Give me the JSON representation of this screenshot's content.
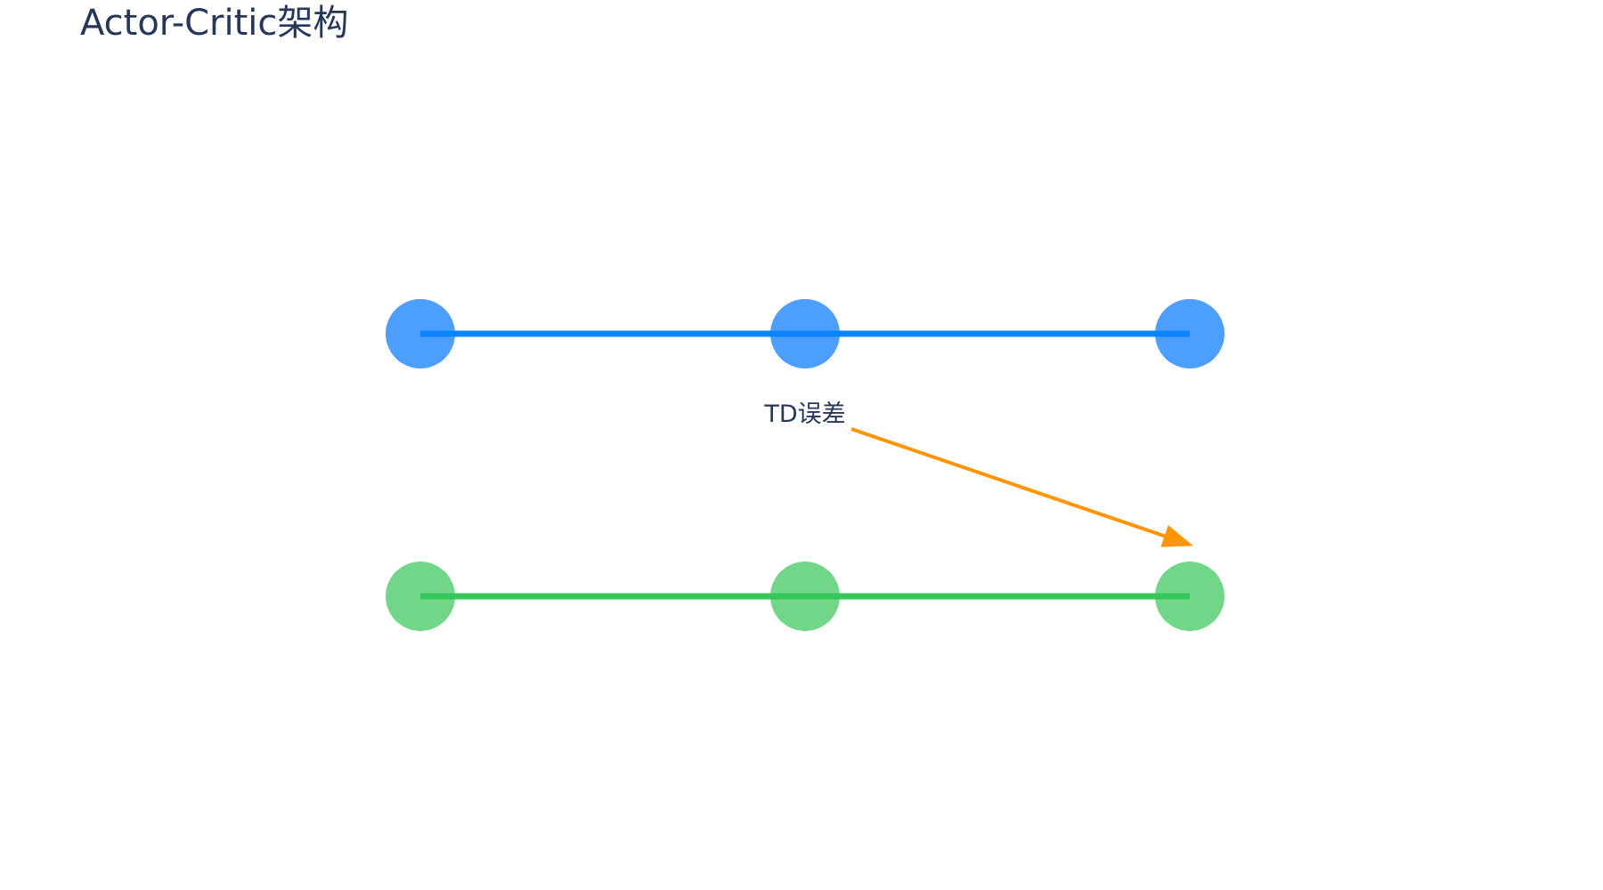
{
  "page": {
    "title": "Actor-Critic架构"
  },
  "diagram": {
    "actor_row": {
      "node_count": 3,
      "node_color": "#4D9FFF",
      "line_color": "#0A84FF"
    },
    "critic_row": {
      "node_count": 3,
      "node_color": "#72D688",
      "line_color": "#34C759"
    },
    "td_error": {
      "label": "TD误差",
      "arrow_color": "#FF9500",
      "from": "label",
      "to": "critic-node-3"
    },
    "text_color": "#26375A"
  }
}
